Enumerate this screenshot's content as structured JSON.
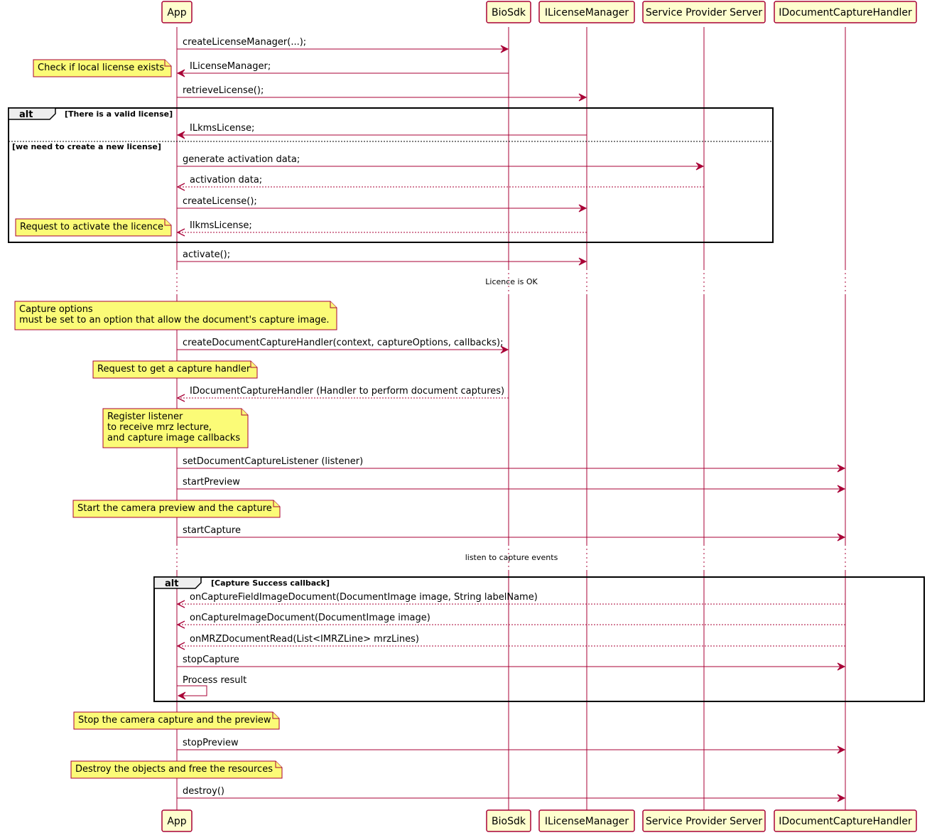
{
  "participants": [
    {
      "id": "app",
      "label": "App"
    },
    {
      "id": "biosdk",
      "label": "BioSdk"
    },
    {
      "id": "licmgr",
      "label": "ILicenseManager"
    },
    {
      "id": "sps",
      "label": "Service Provider Server"
    },
    {
      "id": "dch",
      "label": "IDocumentCaptureHandler"
    }
  ],
  "messages": [
    {
      "from": "app",
      "to": "biosdk",
      "label": "createLicenseManager(...);",
      "style": "solid"
    },
    {
      "from": "biosdk",
      "to": "app",
      "label": "ILicenseManager;",
      "style": "solid"
    },
    {
      "from": "app",
      "to": "licmgr",
      "label": "retrieveLicense();",
      "style": "solid"
    },
    {
      "from": "licmgr",
      "to": "app",
      "label": "ILkmsLicense;",
      "style": "solid"
    },
    {
      "from": "app",
      "to": "sps",
      "label": "generate activation data;",
      "style": "solid"
    },
    {
      "from": "sps",
      "to": "app",
      "label": "activation data;",
      "style": "dashed"
    },
    {
      "from": "app",
      "to": "licmgr",
      "label": "createLicense();",
      "style": "solid"
    },
    {
      "from": "licmgr",
      "to": "app",
      "label": "IlkmsLicense;",
      "style": "dashed"
    },
    {
      "from": "app",
      "to": "licmgr",
      "label": "activate();",
      "style": "solid"
    },
    {
      "from": "app",
      "to": "biosdk",
      "label": "createDocumentCaptureHandler(context, captureOptions, callbacks);",
      "style": "solid"
    },
    {
      "from": "biosdk",
      "to": "app",
      "label": "IDocumentCaptureHandler (Handler to perform document captures)",
      "style": "dashed"
    },
    {
      "from": "app",
      "to": "dch",
      "label": "setDocumentCaptureListener (listener)",
      "style": "solid"
    },
    {
      "from": "app",
      "to": "dch",
      "label": "startPreview",
      "style": "solid"
    },
    {
      "from": "app",
      "to": "dch",
      "label": "startCapture",
      "style": "solid"
    },
    {
      "from": "dch",
      "to": "app",
      "label": "onCaptureFieldImageDocument(DocumentImage image, String labelName)",
      "style": "dashed"
    },
    {
      "from": "dch",
      "to": "app",
      "label": "onCaptureImageDocument(DocumentImage image)",
      "style": "dashed"
    },
    {
      "from": "dch",
      "to": "app",
      "label": "onMRZDocumentRead(List<IMRZLine> mrzLines)",
      "style": "dashed"
    },
    {
      "from": "app",
      "to": "dch",
      "label": "stopCapture",
      "style": "solid"
    },
    {
      "from": "app",
      "to": "app",
      "label": "Process result",
      "style": "solid"
    },
    {
      "from": "app",
      "to": "dch",
      "label": "stopPreview",
      "style": "solid"
    },
    {
      "from": "app",
      "to": "dch",
      "label": "destroy()",
      "style": "solid"
    }
  ],
  "notes": [
    {
      "lines": [
        "Check if local license exists"
      ]
    },
    {
      "lines": [
        "Request to activate the licence"
      ]
    },
    {
      "lines": [
        "Capture options",
        " must be set to an option that allow the document's capture image."
      ]
    },
    {
      "lines": [
        "Request to get a capture handler"
      ]
    },
    {
      "lines": [
        "Register listener",
        "to receive mrz lecture,",
        "and capture image callbacks"
      ]
    },
    {
      "lines": [
        "Start the camera preview and the capture"
      ]
    },
    {
      "lines": [
        "Stop the camera capture and the preview"
      ]
    },
    {
      "lines": [
        "Destroy the objects and free the resources"
      ]
    }
  ],
  "fragments": [
    {
      "keyword": "alt",
      "guard": "[There is a valid license]",
      "else_guard": "[we need to create a new license]"
    },
    {
      "keyword": "alt",
      "guard": "[Capture Success callback]"
    }
  ],
  "delays": [
    {
      "label": "Licence is OK"
    },
    {
      "label": "listen to capture events"
    }
  ],
  "colors": {
    "participant_fill": "#FEFECE",
    "line": "#A80036",
    "note_fill": "#FBFB77",
    "fragment_tab": "#EEEEEE"
  }
}
